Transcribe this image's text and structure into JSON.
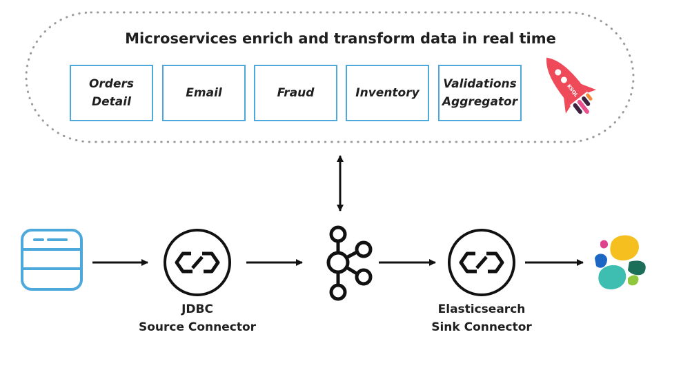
{
  "title": "Microservices enrich and transform data in real time",
  "microservices": [
    {
      "label": "Orders\nDetail"
    },
    {
      "label": "Email"
    },
    {
      "label": "Fraud"
    },
    {
      "label": "Inventory"
    },
    {
      "label": "Validations\nAggregator"
    }
  ],
  "rocket": {
    "text": "KSQL",
    "icon": "rocket-icon"
  },
  "connectors": {
    "source": {
      "line1": "JDBC",
      "line2": "Source Connector"
    },
    "sink": {
      "line1": "Elasticsearch",
      "line2": "Sink Connector"
    }
  },
  "icons": {
    "database": "database-icon",
    "connector": "connector-icon",
    "kafka": "kafka-icon",
    "elastic": "elasticsearch-icon"
  },
  "colors": {
    "accent_blue": "#4da8dc",
    "dots": "#9a9a9a",
    "rocket": "#ef4a5a",
    "elastic_yellow": "#f4bf1f",
    "elastic_teal": "#3ebeb0",
    "elastic_green": "#1b6e58",
    "elastic_pink": "#e0438e",
    "elastic_blue": "#1c67c3",
    "elastic_lime": "#8fc73f"
  }
}
